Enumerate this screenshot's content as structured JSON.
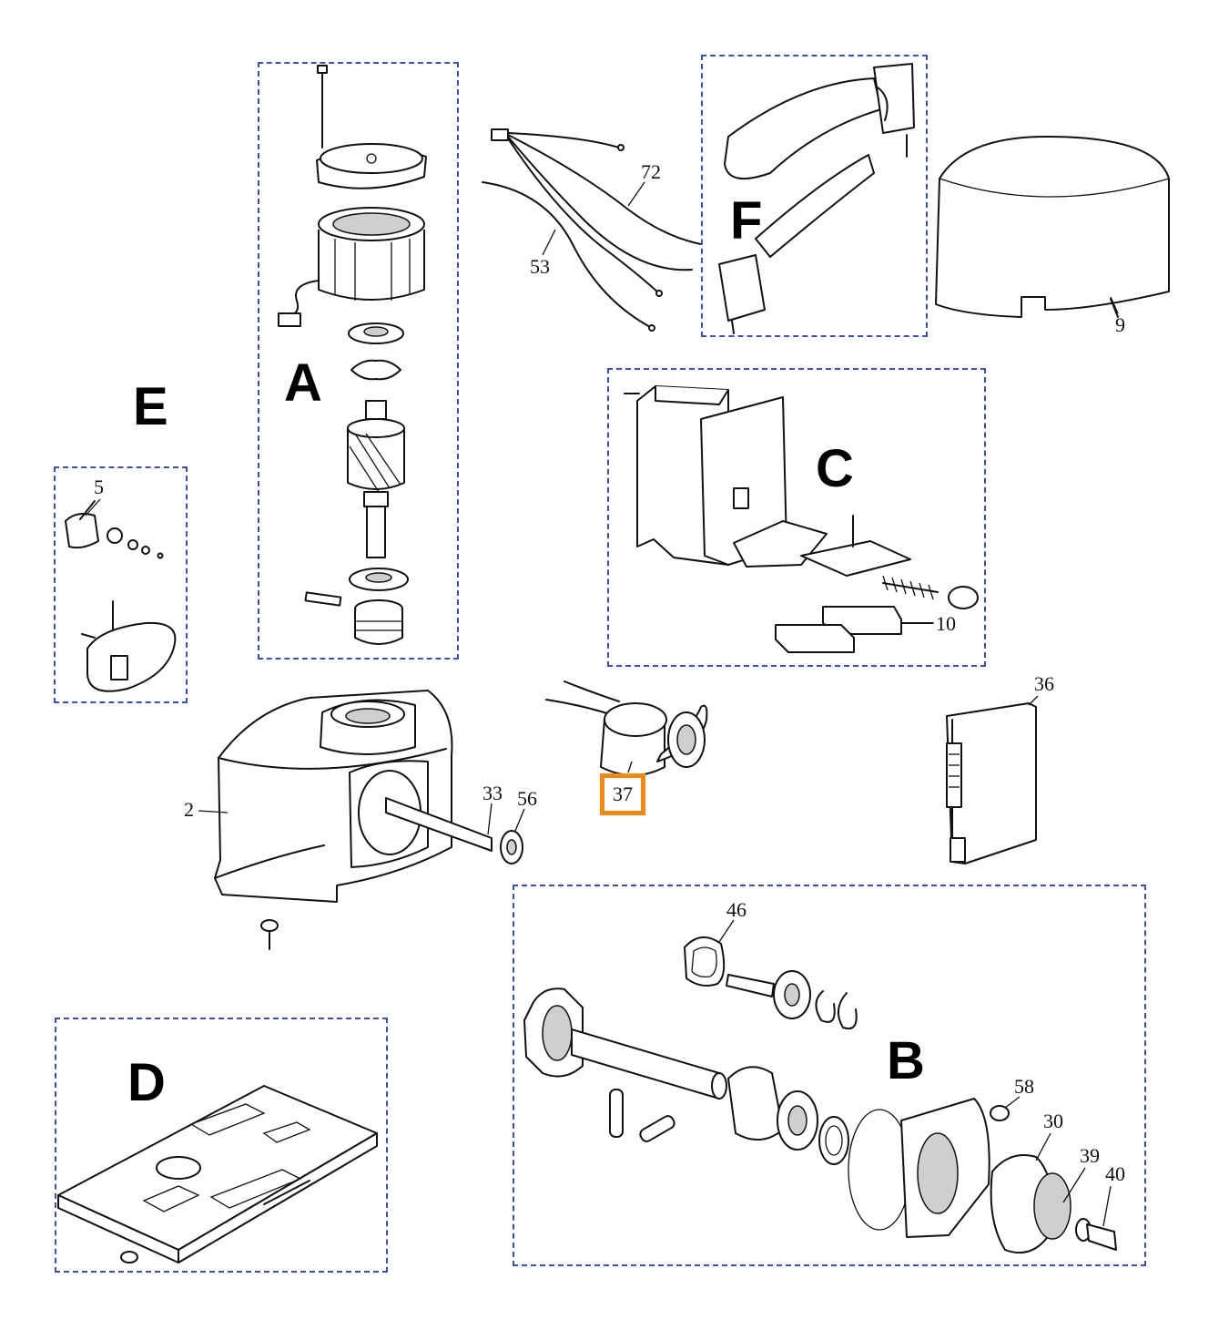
{
  "groups": {
    "A": "A",
    "B": "B",
    "C": "C",
    "D": "D",
    "E": "E",
    "F": "F"
  },
  "parts": {
    "p2": "2",
    "p5": "5",
    "p9": "9",
    "p10": "10",
    "p30": "30",
    "p33": "33",
    "p36": "36",
    "p37": "37",
    "p39": "39",
    "p40": "40",
    "p46": "46",
    "p53": "53",
    "p56": "56",
    "p58": "58",
    "p72": "72"
  },
  "highlighted_part": "37",
  "colors": {
    "group_border": "#3d4fb5",
    "highlight_border": "#f08a12",
    "line": "#111111"
  }
}
